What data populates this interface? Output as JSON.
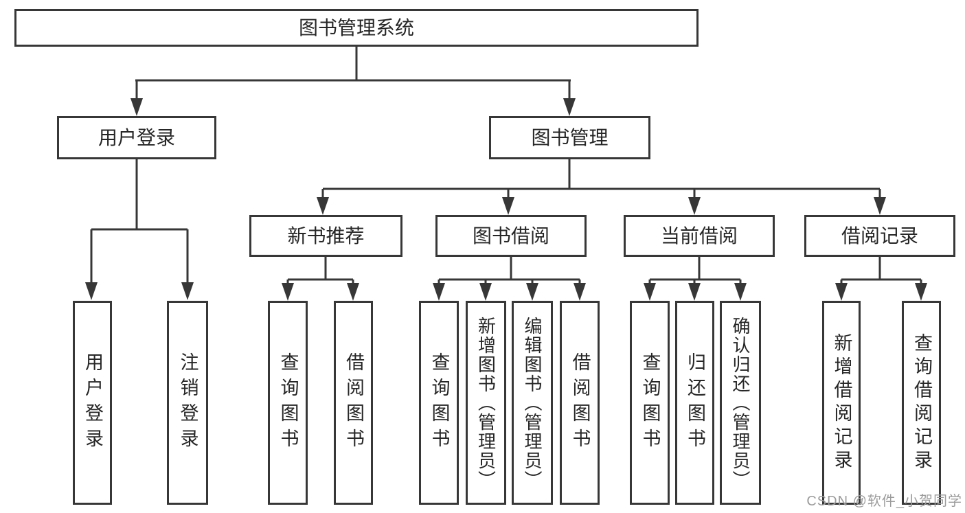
{
  "page": {
    "background_color": "#ffffff",
    "line_color": "#373737",
    "text_color": "#262626",
    "watermark_color": "#9b9b9b"
  },
  "watermark": "CSDN @软件_小贺同学",
  "tree": {
    "root": "图书管理系统",
    "branches": [
      {
        "label": "用户登录",
        "children": [
          {
            "label": "用户登录"
          },
          {
            "label": "注销登录"
          }
        ]
      },
      {
        "label": "图书管理",
        "children": [
          {
            "label": "新书推荐",
            "children": [
              {
                "label": "查询图书"
              },
              {
                "label": "借阅图书"
              }
            ]
          },
          {
            "label": "图书借阅",
            "children": [
              {
                "label": "查询图书"
              },
              {
                "label": "新增图书（管理员）"
              },
              {
                "label": "编辑图书（管理员）"
              },
              {
                "label": "借阅图书"
              }
            ]
          },
          {
            "label": "当前借阅",
            "children": [
              {
                "label": "查询图书"
              },
              {
                "label": "归还图书"
              },
              {
                "label": "确认归还（管理员）"
              }
            ]
          },
          {
            "label": "借阅记录",
            "children": [
              {
                "label": "新增借阅记录"
              },
              {
                "label": "查询借阅记录"
              }
            ]
          }
        ]
      }
    ]
  }
}
